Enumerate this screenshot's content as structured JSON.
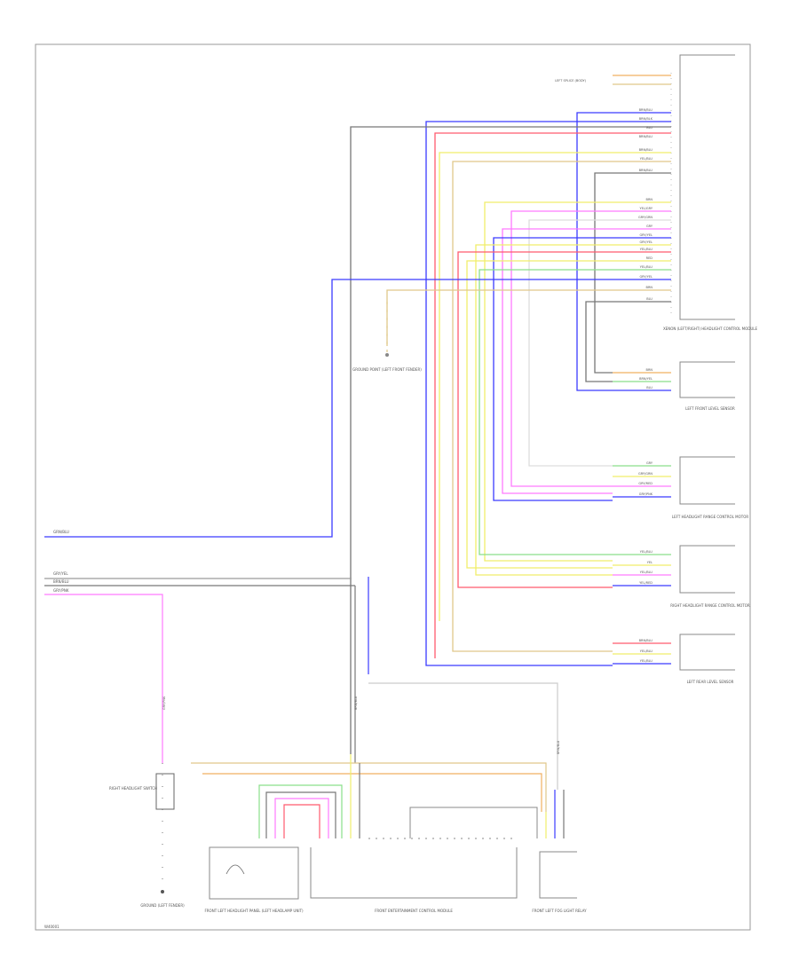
{
  "footer": {
    "code": "W40001"
  },
  "colors": {
    "frame": "#9a9a9a",
    "blue": "#3b3bff",
    "red": "#ff5a6e",
    "yellow": "#f0ee6a",
    "green": "#8adf8a",
    "pink": "#ff7aff",
    "orange": "#f0b060",
    "tan": "#e0c88a",
    "grey": "#777777",
    "black": "#333333"
  },
  "components": [
    {
      "id": "xenon-control-module",
      "label": "XENON (LEFT/RIGHT) HEADLIGHT CONTROL MODULE"
    },
    {
      "id": "left-front-level-sensor",
      "label": "LEFT FRONT LEVEL SENSOR"
    },
    {
      "id": "left-headlight-motor",
      "label": "LEFT HEADLIGHT RANGE CONTROL MOTOR"
    },
    {
      "id": "right-headlight-motor",
      "label": "RIGHT HEADLIGHT RANGE CONTROL MOTOR"
    },
    {
      "id": "left-rear-level-sensor",
      "label": "LEFT REAR LEVEL SENSOR"
    },
    {
      "id": "right-headlight-switch",
      "label": "RIGHT HEADLIGHT SWITCH"
    },
    {
      "id": "ground-point",
      "label": "GROUND POINT (LEFT FRONT FENDER)"
    },
    {
      "id": "front-left-headlight-panel",
      "label": "FRONT LEFT HEADLIGHT PANEL (LEFT HEADLAMP UNIT)"
    },
    {
      "id": "front-entertainment-module",
      "label": "FRONT ENTERTAINMENT CONTROL MODULE"
    },
    {
      "id": "front-left-fog-light-relay",
      "label": "FRONT LEFT FOG LIGHT RELAY"
    },
    {
      "id": "left-splice",
      "label": "LEFT SPLICE (BODY)"
    },
    {
      "id": "ground-left-fender",
      "label": "GROUND (LEFT FENDER)"
    }
  ],
  "wires": {
    "top_left": {
      "label": "GRN/BLU"
    },
    "mid_left": [
      {
        "label": "GRY/YEL"
      },
      {
        "label": "BRN/BLU"
      },
      {
        "label": "GRY/PNK"
      }
    ],
    "module_pins": [
      {
        "label": "BRN/BLU"
      },
      {
        "label": "BRN/BLK"
      },
      {
        "label": "BLU"
      },
      {
        "label": "BRN/BLU"
      },
      {
        "label": "BRN/BLU"
      },
      {
        "label": "YEL/BLU"
      },
      {
        "label": "BRN/BLU"
      },
      {
        "label": "BRN"
      },
      {
        "label": "YEL/GRY"
      },
      {
        "label": "GRY/GRN"
      },
      {
        "label": "GRY"
      },
      {
        "label": "GRY/YEL"
      },
      {
        "label": "GRY/YEL"
      },
      {
        "label": "YEL/BLU"
      },
      {
        "label": "RED"
      },
      {
        "label": "YEL/BLU"
      },
      {
        "label": "GRY/YEL"
      },
      {
        "label": "BRN"
      },
      {
        "label": "BLU"
      }
    ],
    "sensor_pins": [
      {
        "label": "BRN"
      },
      {
        "label": "BRN/YEL"
      },
      {
        "label": "BLU"
      }
    ],
    "motor_left_pins": [
      {
        "label": "GRY"
      },
      {
        "label": "GRY/GRN"
      },
      {
        "label": "GRY/RED"
      },
      {
        "label": "GRY/PNK"
      }
    ],
    "motor_right_pins": [
      {
        "label": "YEL/BLU"
      },
      {
        "label": "YEL"
      },
      {
        "label": "YEL/BLU"
      },
      {
        "label": "YEL/RED"
      }
    ],
    "rear_sensor_pins": [
      {
        "label": "BRN/BLU"
      },
      {
        "label": "YEL/BLU"
      },
      {
        "label": "YEL/BLU"
      }
    ],
    "switch_label": {
      "label": "GRY/PNK"
    },
    "mid_vertical": {
      "label": "BRN/BLU"
    },
    "right_vertical": {
      "label": "BRN/BLU"
    }
  }
}
